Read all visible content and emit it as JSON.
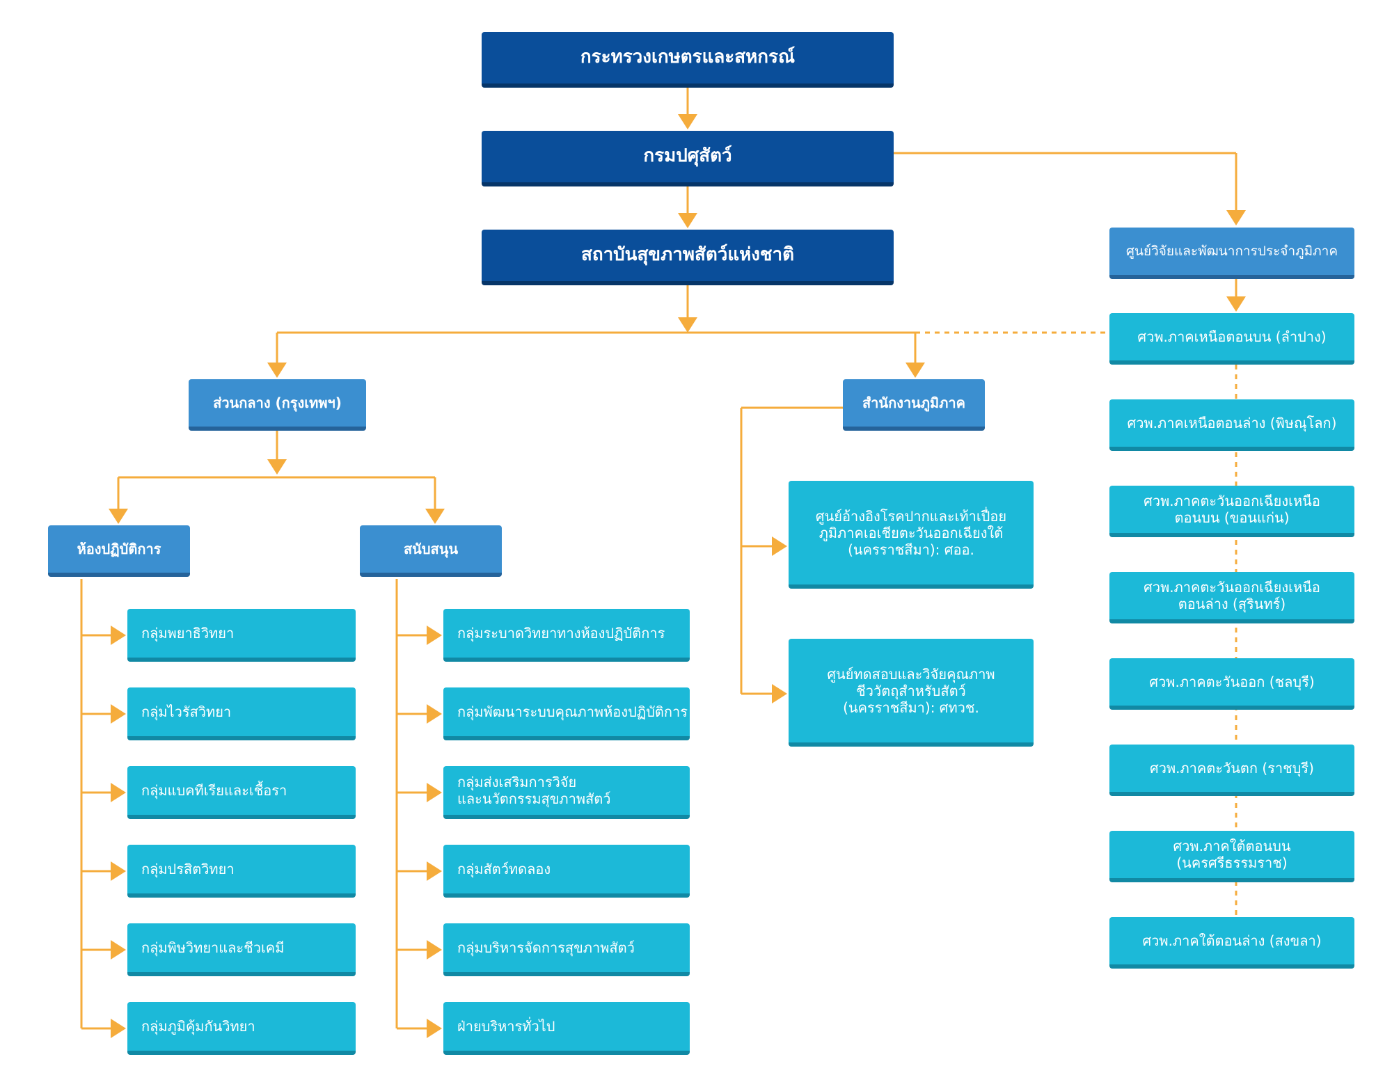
{
  "colors": {
    "navy": "#0a4e9a",
    "blue": "#3b8fd0",
    "cyan": "#1cb9d8",
    "connector": "#f5ac3c",
    "text": "#ffffff"
  },
  "ministry": "กระทรวงเกษตรและสหกรณ์",
  "department": "กรมปศุสัตว์",
  "institute": "สถาบันสุขภาพสัตว์แห่งชาติ",
  "central": {
    "label": "ส่วนกลาง (กรุงเทพฯ)",
    "laboratory": {
      "label": "ห้องปฏิบัติการ",
      "groups": [
        "กลุ่มพยาธิวิทยา",
        "กลุ่มไวรัสวิทยา",
        "กลุ่มแบคทีเรียและเชื้อรา",
        "กลุ่มปรสิตวิทยา",
        "กลุ่มพิษวิทยาและชีวเคมี",
        "กลุ่มภูมิคุ้มกันวิทยา"
      ]
    },
    "support": {
      "label": "สนับสนุน",
      "groups": [
        "กลุ่มระบาดวิทยาทางห้องปฏิบัติการ",
        "กลุ่มพัฒนาระบบคุณภาพห้องปฏิบัติการ",
        "กลุ่มส่งเสริมการวิจัย\nและนวัตกรรมสุขภาพสัตว์",
        "กลุ่มสัตว์ทดลอง",
        "กลุ่มบริหารจัดการสุขภาพสัตว์",
        "ฝ่ายบริหารทั่วไป"
      ]
    }
  },
  "regional_office": {
    "label": "สำนักงานภูมิภาค",
    "centers": [
      "ศูนย์อ้างอิงโรคปากและเท้าเปื่อย\nภูมิภาคเอเชียตะวันออกเฉียงใต้\n(นครราชสีมา): ศออ.",
      "ศูนย์ทดสอบและวิจัยคุณภาพ\nชีววัตถุสำหรับสัตว์\n(นครราชสีมา): ศทวช."
    ]
  },
  "regional_research": {
    "label": "ศูนย์วิจัยและพัฒนาการประจำภูมิภาค",
    "centers": [
      "ศวพ.ภาคเหนือตอนบน (ลำปาง)",
      "ศวพ.ภาคเหนือตอนล่าง (พิษณุโลก)",
      "ศวพ.ภาคตะวันออกเฉียงเหนือ\nตอนบน (ขอนแก่น)",
      "ศวพ.ภาคตะวันออกเฉียงเหนือ\nตอนล่าง (สุรินทร์)",
      "ศวพ.ภาคตะวันออก (ชลบุรี)",
      "ศวพ.ภาคตะวันตก (ราชบุรี)",
      "ศวพ.ภาคใต้ตอนบน\n(นครศรีธรรมราช)",
      "ศวพ.ภาคใต้ตอนล่าง (สงขลา)"
    ]
  }
}
